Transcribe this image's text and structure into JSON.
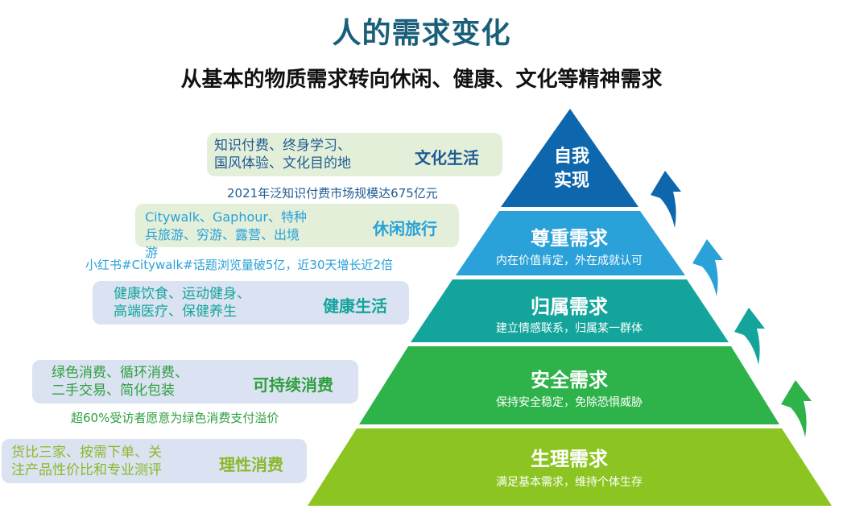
{
  "title": "人的需求变化",
  "subtitle": "从基本的物质需求转向休闲、健康、文化等精神需求",
  "pyramid": {
    "levels": [
      {
        "label": "自我\n实现",
        "desc": "",
        "color": "#0e67ac"
      },
      {
        "label": "尊重需求",
        "desc": "内在价值肯定，外在成就认可",
        "color": "#2aa1d8"
      },
      {
        "label": "归属需求",
        "desc": "建立情感联系，归属某一群体",
        "color": "#13a59b"
      },
      {
        "label": "安全需求",
        "desc": "保持安全稳定，免除恐惧威胁",
        "color": "#2eb24a"
      },
      {
        "label": "生理需求",
        "desc": "满足基本需求，维持个体生存",
        "color": "#8cc522"
      }
    ]
  },
  "cards": [
    {
      "text": "知识付费、终身学习、\n国风体验、文化目的地",
      "category": "文化生活",
      "bg": "#e3efd9",
      "text_color": "#1f5b93",
      "cat_color": "#1f5b93"
    },
    {
      "text": "Citywalk、Gaphour、特种\n兵旅游、穷游、露营、出境\n游",
      "category": "休闲旅行",
      "bg": "#e3efd9",
      "text_color": "#2aa1d8",
      "cat_color": "#2aa1d8"
    },
    {
      "text": "健康饮食、运动健身、\n高端医疗、保健养生",
      "category": "健康生活",
      "bg": "#dbe3f2",
      "text_color": "#13a59b",
      "cat_color": "#13a59b"
    },
    {
      "text": "绿色消费、循环消费、\n二手交易、简化包装",
      "category": "可持续消费",
      "bg": "#dbe3f2",
      "text_color": "#2e9f3f",
      "cat_color": "#2e9f3f"
    },
    {
      "text": "货比三家、按需下单、关\n注产品性价比和专业测评",
      "category": "理性消费",
      "bg": "#dbe3f2",
      "text_color": "#8cb82a",
      "cat_color": "#8cb82a"
    }
  ],
  "notes": [
    {
      "text": "2021年泛知识付费市场规模达675亿元",
      "color": "#1f5b93"
    },
    {
      "text": "小红书#Citywalk#话题浏览量破5亿，近30天增长近2倍",
      "color": "#2aa1d8"
    },
    {
      "text": "超60%受访者愿意为绿色消费支付溢价",
      "color": "#2e9f3f"
    }
  ],
  "arrows": [
    {
      "icon": "curved-up-arrow-icon",
      "color": "#0e67ac"
    },
    {
      "icon": "curved-up-arrow-icon",
      "color": "#2aa1d8"
    },
    {
      "icon": "curved-up-arrow-icon",
      "color": "#13a59b"
    },
    {
      "icon": "curved-up-arrow-icon",
      "color": "#2eb24a"
    }
  ]
}
